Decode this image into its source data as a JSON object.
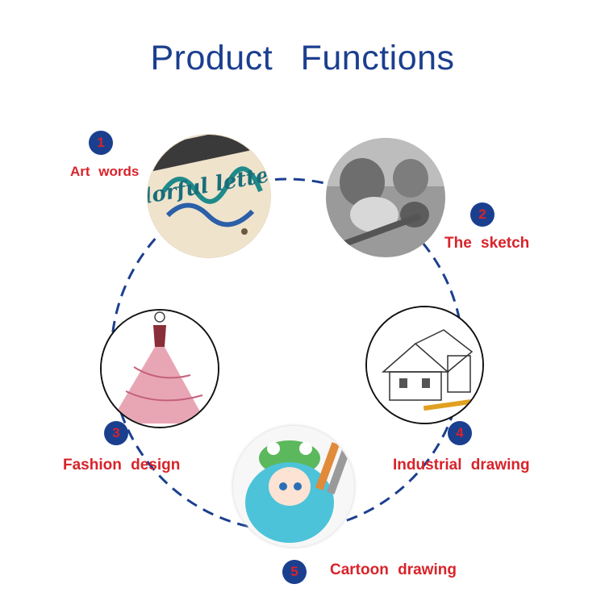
{
  "title": "Product Functions",
  "colors": {
    "title": "#1b3f8f",
    "badge": "#1b3f8f",
    "label": "#d8232a",
    "ring": "#1b3f8f"
  },
  "functions": [
    {
      "number": "1",
      "label": "Art words",
      "image": "colorful-letters-calligraphy",
      "image_text": "colorful letters"
    },
    {
      "number": "2",
      "label": "The sketch",
      "image": "pencil-still-life-sketch"
    },
    {
      "number": "3",
      "label": "Fashion design",
      "image": "fashion-gown-sketch"
    },
    {
      "number": "4",
      "label": "Industrial drawing",
      "image": "house-architectural-sketch"
    },
    {
      "number": "5",
      "label": "Cartoon drawing",
      "image": "anime-girl-with-markers"
    }
  ]
}
